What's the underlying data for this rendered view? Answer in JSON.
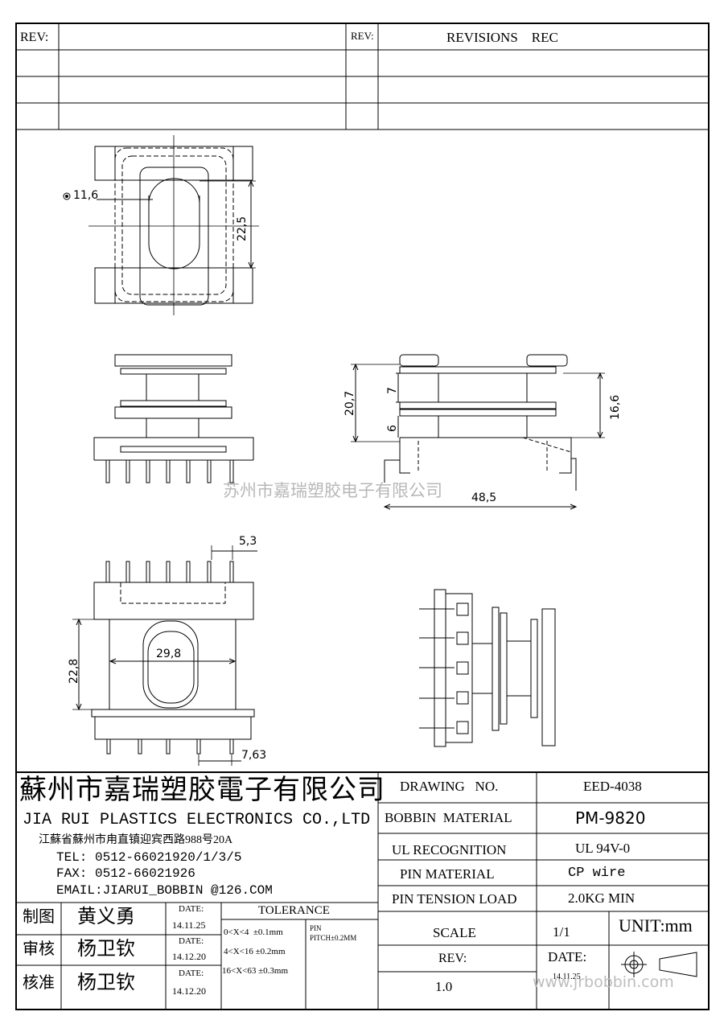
{
  "revisions": {
    "rev_label_left": "REV:",
    "rev_label_right": "REV:",
    "header": "REVISIONS    REC"
  },
  "dimensions": {
    "d1": "11,6",
    "d2": "22,5",
    "d3": "20,7",
    "d4": "7",
    "d5": "6",
    "d6": "16,6",
    "d7": "48,5",
    "d8": "5,3",
    "d9": "22,8",
    "d10": "29,8",
    "d11": "7,63"
  },
  "watermark": "苏州市嘉瑞塑胶电子有限公司",
  "company": {
    "name_cn": "蘇州市嘉瑞塑胶電子有限公司",
    "name_en": "JIA RUI PLASTICS ELECTRONICS CO.,LTD",
    "address": "江蘇省蘇州市甪直镇迎宾西路988号20A",
    "tel": "TEL: 0512-66021920/1/3/5",
    "fax": "FAX: 0512-66021926",
    "email": "EMAIL:JIARUI_BOBBIN @126.COM"
  },
  "specs": [
    {
      "label": "DRAWING   NO.",
      "value": "EED-4038"
    },
    {
      "label": "BOBBIN  MATERIAL",
      "value": "PM-9820"
    },
    {
      "label": "UL RECOGNITION",
      "value": "UL 94V-0"
    },
    {
      "label": "PIN MATERIAL",
      "value": "CP wire"
    },
    {
      "label": "PIN TENSION LOAD",
      "value": "2.0KG MIN"
    }
  ],
  "signoff": [
    {
      "role": "制图",
      "name": "黄义勇",
      "date_label": "DATE:",
      "date": "14.11.25"
    },
    {
      "role": "审核",
      "name": "杨卫钦",
      "date_label": "DATE:",
      "date": "14.12.20"
    },
    {
      "role": "核准",
      "name": "杨卫钦",
      "date_label": "DATE:",
      "date": "14.12.20"
    }
  ],
  "tolerance": {
    "title": "TOLERANCE",
    "rows": [
      "0<X<4  ±0.1mm",
      "4<X<16 ±0.2mm",
      "16<X<63 ±0.3mm"
    ],
    "pin_label": "PIN",
    "pin_pitch": "PITCH±0.2MM"
  },
  "bottom": {
    "scale_label": "SCALE",
    "scale_value": "1/1",
    "unit": "UNIT:mm",
    "rev_label": "REV:",
    "rev_value": "1.0",
    "date_label": "DATE:",
    "date_value": "14.11.25",
    "website": "www.jrbobbin.com"
  }
}
